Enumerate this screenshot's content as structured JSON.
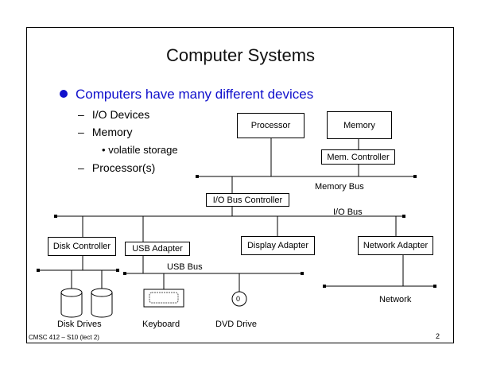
{
  "slide": {
    "title": "Computer Systems",
    "bullet": "Computers have many different devices",
    "sub_items": [
      "I/O Devices",
      "Memory",
      "Processor(s)"
    ],
    "sub_sub_item": "volatile storage",
    "footer": "CMSC 412 – S10 (lect 2)",
    "page_number": "2",
    "accent_color": "#1010cc"
  },
  "diagram": {
    "processor": "Processor",
    "memory": "Memory",
    "mem_controller": "Mem. Controller",
    "memory_bus": "Memory Bus",
    "io_bus_controller": "I/O Bus Controller",
    "io_bus": "I/O Bus",
    "disk_controller": "Disk Controller",
    "usb_adapter": "USB Adapter",
    "display_adapter": "Display Adapter",
    "network_adapter": "Network Adapter",
    "usb_bus": "USB Bus",
    "disk_drives": "Disk Drives",
    "keyboard": "Keyboard",
    "dvd_drive": "DVD Drive",
    "network": "Network",
    "dvd_symbol": "0"
  }
}
